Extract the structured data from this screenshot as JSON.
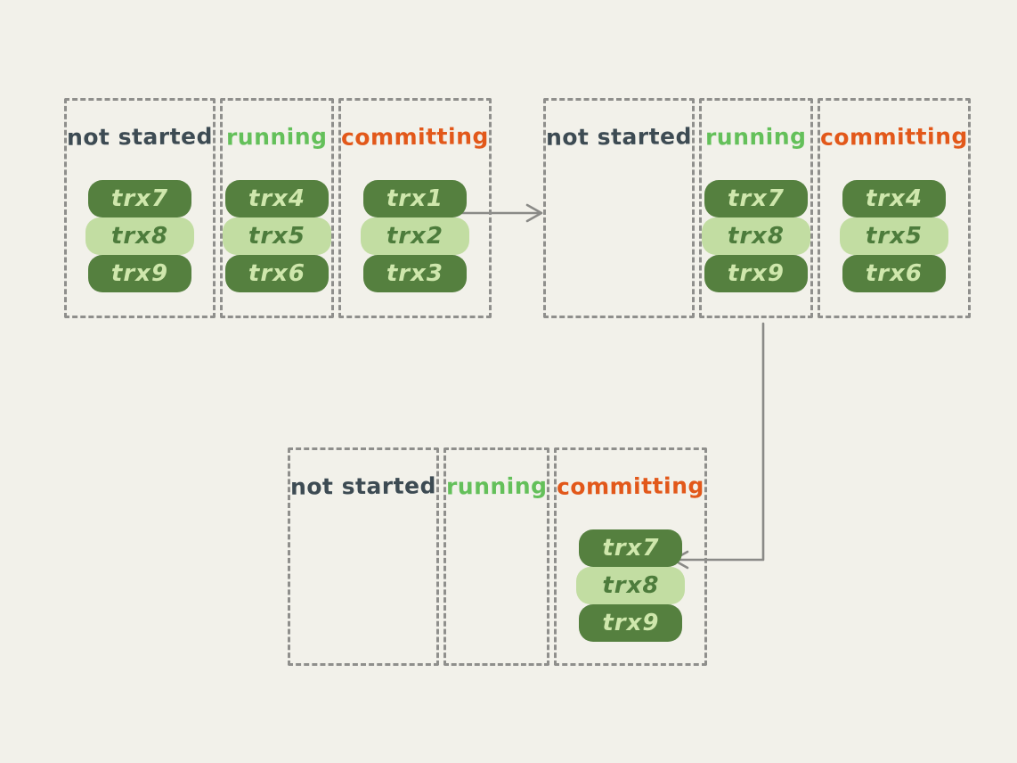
{
  "diagram": {
    "type": "state-transition",
    "states": [
      "not started",
      "running",
      "committing"
    ]
  },
  "colors": {
    "background": "#f2f1ea",
    "dashed_border": "#8f8f8c",
    "arrow": "#8a8a87",
    "heading_not_started": "#3d4b53",
    "heading_running": "#64c05a",
    "heading_committing": "#e2581a",
    "pill_dark_bg": "#55803f",
    "pill_dark_text": "#cfe7ac",
    "pill_light_bg": "#c2dda2",
    "pill_light_text": "#4d7c3c"
  },
  "panels": [
    {
      "name": "top-left",
      "columns": [
        {
          "label": "not started",
          "pills": [
            "trx7",
            "trx8",
            "trx9"
          ]
        },
        {
          "label": "running",
          "pills": [
            "trx4",
            "trx5",
            "trx6"
          ]
        },
        {
          "label": "committing",
          "pills": [
            "trx1",
            "trx2",
            "trx3"
          ]
        }
      ]
    },
    {
      "name": "top-right",
      "columns": [
        {
          "label": "not started",
          "pills": []
        },
        {
          "label": "running",
          "pills": [
            "trx7",
            "trx8",
            "trx9"
          ]
        },
        {
          "label": "committing",
          "pills": [
            "trx4",
            "trx5",
            "trx6"
          ]
        }
      ]
    },
    {
      "name": "bottom",
      "columns": [
        {
          "label": "not started",
          "pills": []
        },
        {
          "label": "running",
          "pills": []
        },
        {
          "label": "committing",
          "pills": [
            "trx7",
            "trx8",
            "trx9"
          ]
        }
      ]
    }
  ],
  "arrows": [
    {
      "name": "panel1-to-panel2",
      "direction": "right"
    },
    {
      "name": "panel2-to-panel3",
      "direction": "down-then-left"
    }
  ]
}
